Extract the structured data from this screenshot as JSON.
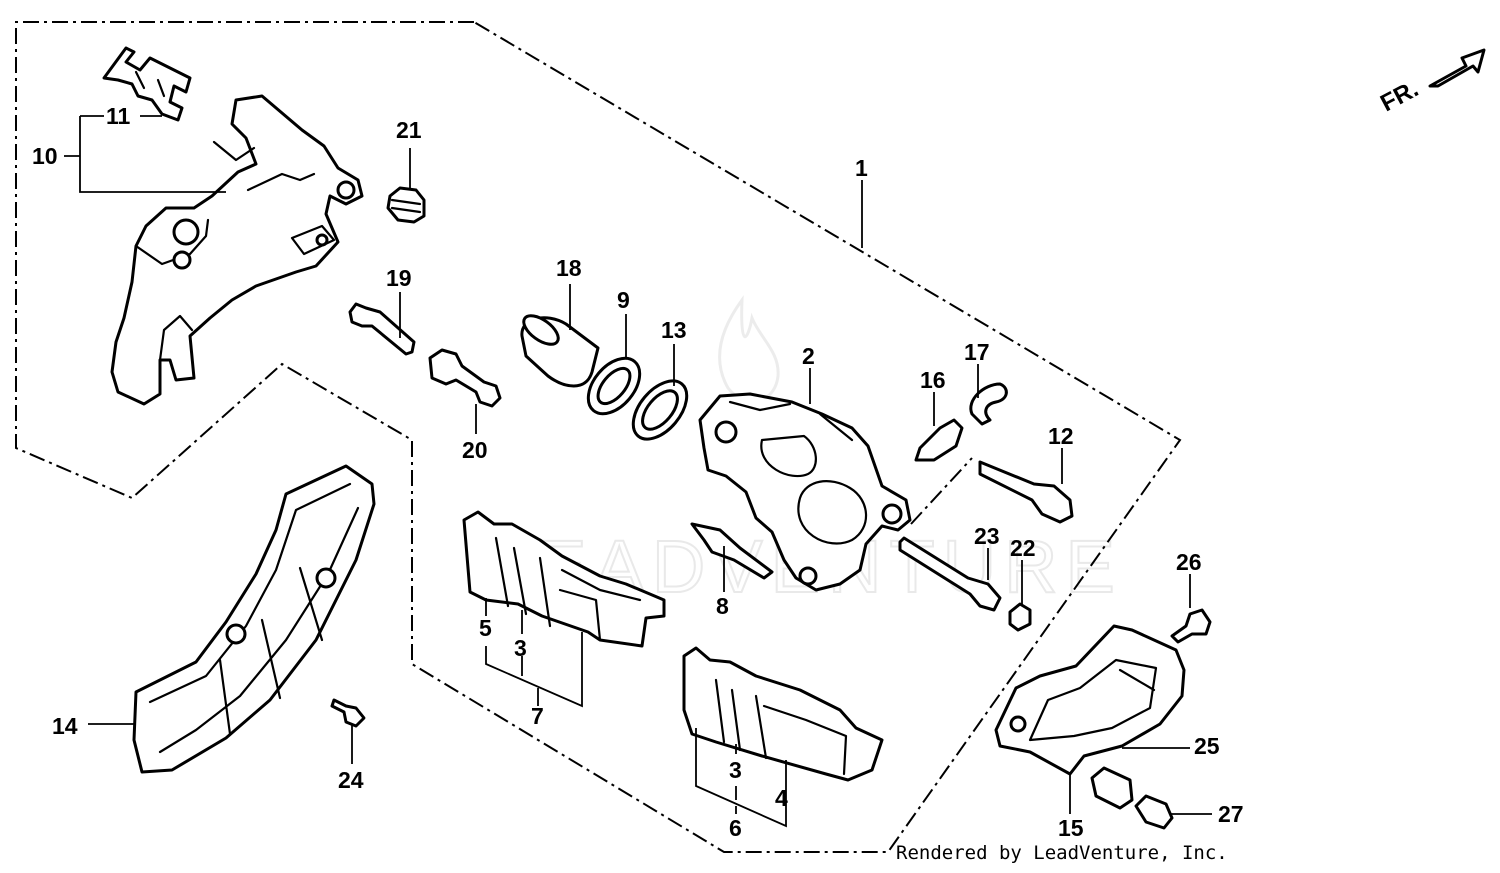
{
  "diagram": {
    "parts": [
      {
        "id": "1",
        "label": "1"
      },
      {
        "id": "2",
        "label": "2"
      },
      {
        "id": "3a",
        "label": "3"
      },
      {
        "id": "3b",
        "label": "3"
      },
      {
        "id": "4",
        "label": "4"
      },
      {
        "id": "5",
        "label": "5"
      },
      {
        "id": "6",
        "label": "6"
      },
      {
        "id": "7",
        "label": "7"
      },
      {
        "id": "8",
        "label": "8"
      },
      {
        "id": "9",
        "label": "9"
      },
      {
        "id": "10",
        "label": "10"
      },
      {
        "id": "11",
        "label": "11"
      },
      {
        "id": "12",
        "label": "12"
      },
      {
        "id": "13",
        "label": "13"
      },
      {
        "id": "14",
        "label": "14"
      },
      {
        "id": "15",
        "label": "15"
      },
      {
        "id": "16",
        "label": "16"
      },
      {
        "id": "17",
        "label": "17"
      },
      {
        "id": "18",
        "label": "18"
      },
      {
        "id": "19",
        "label": "19"
      },
      {
        "id": "20",
        "label": "20"
      },
      {
        "id": "21",
        "label": "21"
      },
      {
        "id": "22",
        "label": "22"
      },
      {
        "id": "23",
        "label": "23"
      },
      {
        "id": "24",
        "label": "24"
      },
      {
        "id": "25",
        "label": "25"
      },
      {
        "id": "26",
        "label": "26"
      },
      {
        "id": "27",
        "label": "27"
      }
    ],
    "direction_label": "FR.",
    "watermark": "LEADVENTURE",
    "credit": "Rendered by LeadVenture, Inc."
  }
}
